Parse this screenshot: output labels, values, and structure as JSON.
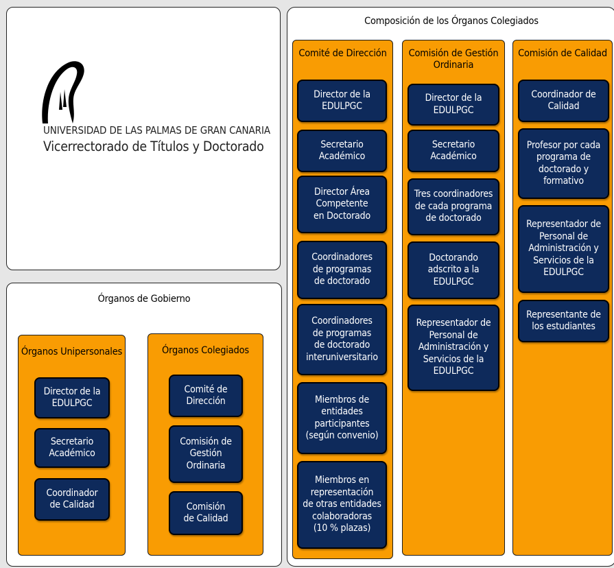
{
  "logo": {
    "university": "UNIVERSIDAD DE LAS PALMAS DE GRAN CANARIA",
    "subtitle": "Vicerrectorado de Títulos y Doctorado"
  },
  "gobierno": {
    "title": "Órganos de Gobierno",
    "unipersonales": {
      "title": "Órganos Unipersonales",
      "items": [
        "Director de la\nEDULPGC",
        "Secretario\nAcadémico",
        "Coordinador\nde Calidad"
      ]
    },
    "colegiados": {
      "title": "Órganos Colegiados",
      "items": [
        "Comité de\nDirección",
        "Comisión de\nGestión\nOrdinaria",
        "Comisión\nde Calidad"
      ]
    }
  },
  "composicion": {
    "title": "Composición de los Órganos Colegiados",
    "comite": {
      "title": "Comité de Dirección",
      "items": [
        "Director de la\nEDULPGC",
        "Secretario\nAcadémico",
        "Director Área\nCompetente\nen Doctorado",
        "Coordinadores\nde programas\nde doctorado",
        "Coordinadores\nde programas\nde doctorado\ninteruniversitario",
        "Miembros de\nentidades\nparticipantes\n(según convenio)",
        "Miembros en\nrepresentación\nde otras entidades\ncolaboradoras\n(10 % plazas)"
      ]
    },
    "gestion": {
      "title": "Comisión de Gestión\nOrdinaria",
      "items": [
        "Director de la\nEDULPGC",
        "Secretario\nAcadémico",
        "Tres coordinadores\nde cada programa\nde doctorado",
        "Doctorando\nadscrito a la\nEDULPGC",
        "Representador de\nPersonal de\nAdministración y\nServicios de la\nEDULPGC"
      ]
    },
    "calidad": {
      "title": "Comisión de Calidad",
      "items": [
        "Coordinador de\nCalidad",
        "Profesor por cada\nprograma de\ndoctorado y\nformativo",
        "Representador de\nPersonal de\nAdministración y\nServicios de la\nEDULPGC",
        "Representante de\nlos estudiantes"
      ]
    }
  },
  "colors": {
    "orange": "#f99c03",
    "navy": "#0e2a5b",
    "panel": "#ffffff",
    "background": "#e6e6e6"
  }
}
